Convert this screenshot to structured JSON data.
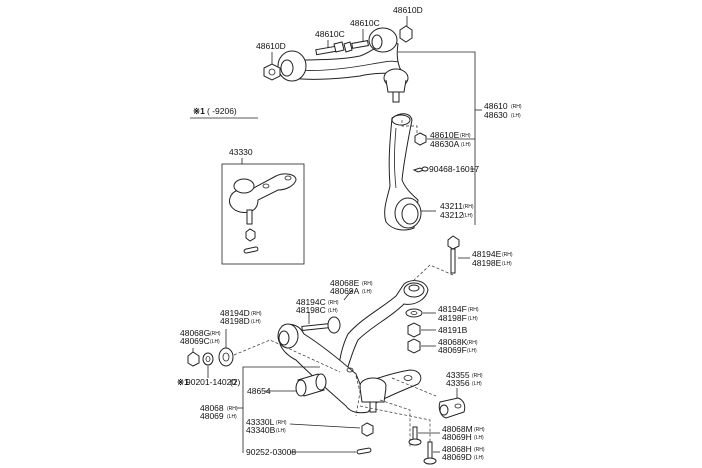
{
  "diagram": {
    "title": "Front Suspension Arm & Steering Knuckle",
    "footnote": {
      "marker": "※1",
      "text": "(      -9206)"
    },
    "upper_arm_group": {
      "labels": [
        {
          "id": "nut-left",
          "part": "48610D"
        },
        {
          "id": "bolt-left",
          "part": "48610C"
        },
        {
          "id": "bolt-right",
          "part": "48610C"
        },
        {
          "id": "nut-right",
          "part": "48610D"
        }
      ],
      "assembly": {
        "rh": "48610",
        "lh": "48630",
        "rh_tag": "(RH)",
        "lh_tag": "(LH)"
      },
      "ball_joint_nut": {
        "rh": "48610E",
        "lh": "48630A",
        "rh_tag": "(RH)",
        "lh_tag": "(LH)"
      },
      "cotter": "90468-16017"
    },
    "knuckle": {
      "rh": "43211",
      "lh": "43212",
      "rh_tag": "(RH)",
      "lh_tag": "(LH)"
    },
    "ball_joint_box": {
      "part": "43330"
    },
    "lower_arm_group": {
      "bolt_e": {
        "rh": "48194E",
        "lh": "48198E",
        "rh_tag": "(RH)",
        "lh_tag": "(LH)"
      },
      "strut_rod": {
        "rh": "48068E",
        "lh": "48069A",
        "rh_tag": "(RH)",
        "lh_tag": "(LH)"
      },
      "bolt_c": {
        "rh": "48194C",
        "lh": "48198C",
        "rh_tag": "(RH)",
        "lh_tag": "(LH)"
      },
      "washer_f": {
        "rh": "48194F",
        "lh": "48198F",
        "rh_tag": "(RH)",
        "lh_tag": "(LH)"
      },
      "nut": "48191B",
      "nut_k": {
        "rh": "48068K",
        "lh": "48069F",
        "rh_tag": "(RH)",
        "lh_tag": "(LH)"
      },
      "washer_d": {
        "rh": "48194D",
        "lh": "48198D",
        "rh_tag": "(RH)",
        "lh_tag": "(LH)"
      },
      "nut_g": {
        "rh": "48068G",
        "lh": "48069C",
        "rh_tag": "(RH)",
        "lh_tag": "(LH)"
      },
      "washer_star": {
        "marker": "※1",
        "part": "90201-14020",
        "qty": "(2)"
      },
      "bushing": "48654",
      "assembly": {
        "rh": "48068",
        "lh": "48069",
        "rh_tag": "(RH)",
        "lh_tag": "(LH)"
      },
      "ball_joint": {
        "rh": "43330L",
        "lh": "43340B",
        "rh_tag": "(RH)",
        "lh_tag": "(LH)"
      },
      "cotter": "90252-03008",
      "bracket": {
        "rh": "43355",
        "lh": "43356",
        "rh_tag": "(RH)",
        "lh_tag": "(LH)"
      },
      "bolt_m": {
        "rh": "48068M",
        "lh": "48069H",
        "rh_tag": "(RH)",
        "lh_tag": "(LH)"
      },
      "bolt_h": {
        "rh": "48068H",
        "lh": "48069D",
        "rh_tag": "(RH)",
        "lh_tag": "(LH)"
      }
    }
  }
}
